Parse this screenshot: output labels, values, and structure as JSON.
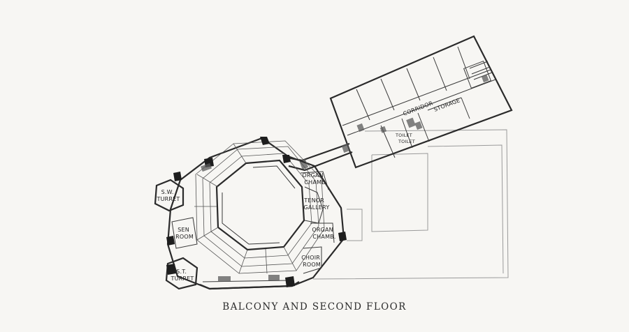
{
  "caption": "BALCONY AND SECOND FLOOR",
  "rooms": {
    "sw_turret": [
      "S.W.",
      "TURRET"
    ],
    "sen_room": [
      "SEN",
      "ROOM"
    ],
    "st_turret": [
      "S.T.",
      "TURRET"
    ],
    "organ_chamber_top": [
      "ORGAN",
      "CHAMB."
    ],
    "tenor_gallery": [
      "TENOR",
      "GALLERY"
    ],
    "organ_chamber_bottom": [
      "ORGAN",
      "CHAMB."
    ],
    "choir_room": [
      "CHOIR",
      "ROOM"
    ],
    "corridor": "CORRIDOR",
    "storage": "STORAGE",
    "toilets": [
      "TOILET",
      "TOILET"
    ]
  },
  "colors": {
    "ink": "#2a2a2a",
    "paper": "#f7f6f3",
    "grey": "#9a9a9a"
  }
}
